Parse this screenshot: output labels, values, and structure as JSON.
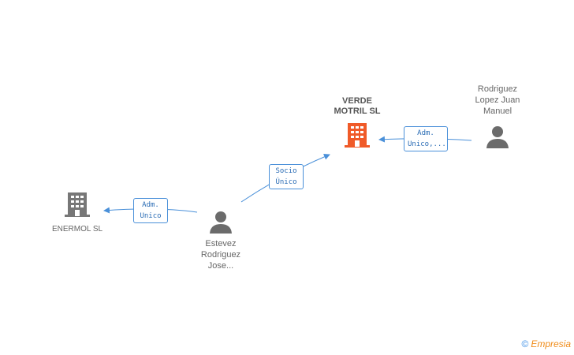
{
  "nodes": {
    "verde": {
      "label_line1": "VERDE",
      "label_line2": "MOTRIL SL",
      "color": "#f05a28"
    },
    "enermol": {
      "label": "ENERMOL SL",
      "color": "#777777"
    },
    "estevez": {
      "line1": "Estevez",
      "line2": "Rodriguez",
      "line3": "Jose..."
    },
    "rodriguez": {
      "line1": "Rodriguez",
      "line2": "Lopez Juan",
      "line3": "Manuel"
    }
  },
  "edges": {
    "estevez_to_enermol": {
      "line1": "Adm.",
      "line2": "Unico"
    },
    "estevez_to_verde": {
      "line1": "Socio",
      "line2": "Único"
    },
    "rodriguez_to_verde": {
      "line1": "Adm.",
      "line2": "Unico,..."
    }
  },
  "brand": {
    "copyright": "©",
    "name": "Empresia"
  },
  "colors": {
    "edge": "#4a90d9",
    "person": "#6b6b6b"
  }
}
